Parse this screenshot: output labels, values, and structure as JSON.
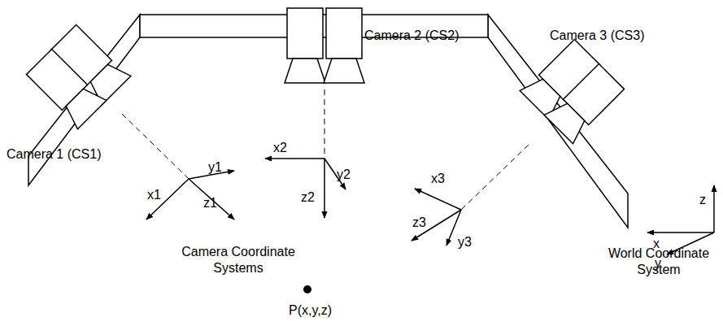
{
  "diagram": {
    "labels": [
      "Camera 1 (CS1)",
      "Camera 2 (CS2)",
      "Camera 3 (CS3)",
      "x1",
      "y1",
      "z1",
      "x2",
      "y2",
      "z2",
      "x3",
      "y3",
      "z3",
      "Camera Coordinate Systems",
      "P(x,y,z)",
      "World Coordinate System",
      "z",
      "x",
      "y"
    ]
  }
}
